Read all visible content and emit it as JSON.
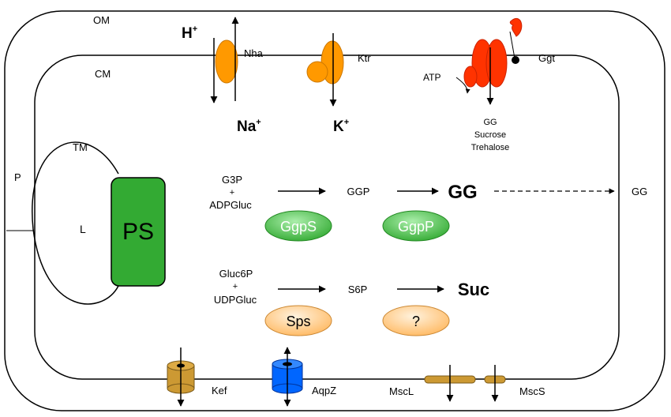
{
  "membranes": {
    "om": "OM",
    "cm": "CM",
    "p": "P",
    "tm": "TM",
    "l": "L"
  },
  "ps_label": "PS",
  "transporters": {
    "h": "H",
    "h_sup": "+",
    "nha": "Nha",
    "na": "Na",
    "na_sup": "+",
    "ktr": "Ktr",
    "k": "K",
    "k_sup": "+",
    "ggt": "Ggt",
    "atp": "ATP",
    "gg_small": "GG",
    "sucrose": "Sucrose",
    "trehalose": "Trehalose"
  },
  "pathway_gg": {
    "substrate1": "G3P",
    "plus": "+",
    "substrate2": "ADPGluc",
    "intermediate": "GGP",
    "product": "GG",
    "exported": "GG",
    "enzyme1": "GgpS",
    "enzyme2": "GgpP"
  },
  "pathway_suc": {
    "substrate1": "Gluc6P",
    "plus": "+",
    "substrate2": "UDPGluc",
    "intermediate": "S6P",
    "product": "Suc",
    "enzyme1": "Sps",
    "enzyme2": "?"
  },
  "channels": {
    "kef": "Kef",
    "aqpz": "AqpZ",
    "mscl": "MscL",
    "mscs": "MscS"
  },
  "colors": {
    "orange": "#FF9900",
    "red": "#FF3300",
    "green": "#33AA33",
    "light_green": "#66CC66",
    "peach": "#FFCC88",
    "gold": "#CC9933",
    "blue": "#0066FF"
  }
}
